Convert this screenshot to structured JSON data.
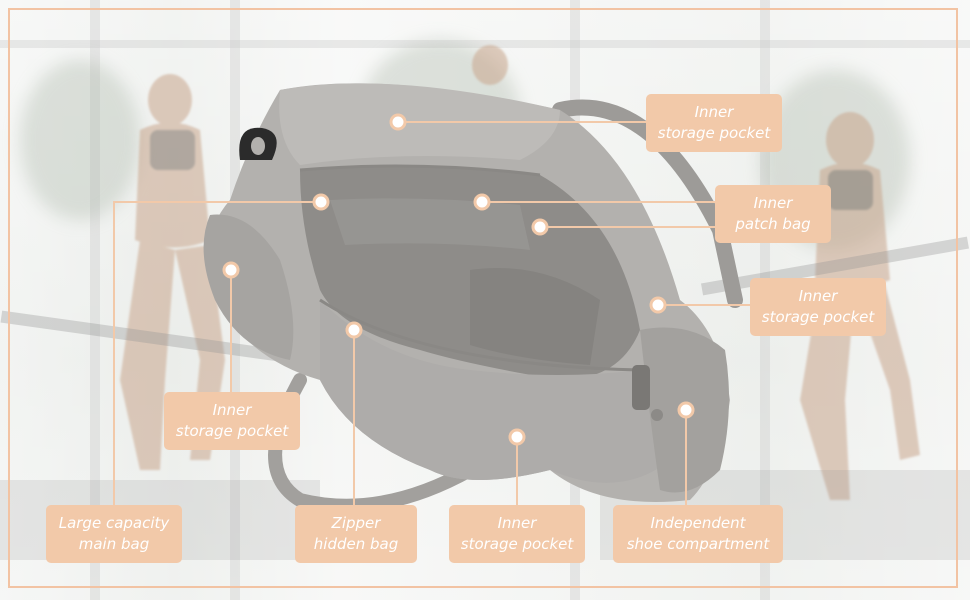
{
  "image": {
    "subject": "gym duffel bag",
    "accent_color": "#f2c9a9",
    "frame_color": "#f2c3a3",
    "bag_color": "#a9a7a4"
  },
  "callouts": {
    "top_right_pocket": {
      "line1": "Inner",
      "line2": "storage pocket"
    },
    "patch_bag": {
      "line1": "Inner",
      "line2": "patch bag"
    },
    "right_pocket": {
      "line1": "Inner",
      "line2": "storage pocket"
    },
    "left_pocket": {
      "line1": "Inner",
      "line2": "storage pocket"
    },
    "main_bag": {
      "line1": "Large capacity",
      "line2": "main bag"
    },
    "zipper_bag": {
      "line1": "Zipper",
      "line2": "hidden bag"
    },
    "bottom_pocket": {
      "line1": "Inner",
      "line2": "storage pocket"
    },
    "shoe_compartment": {
      "line1": "Independent",
      "line2": "shoe compartment"
    }
  }
}
